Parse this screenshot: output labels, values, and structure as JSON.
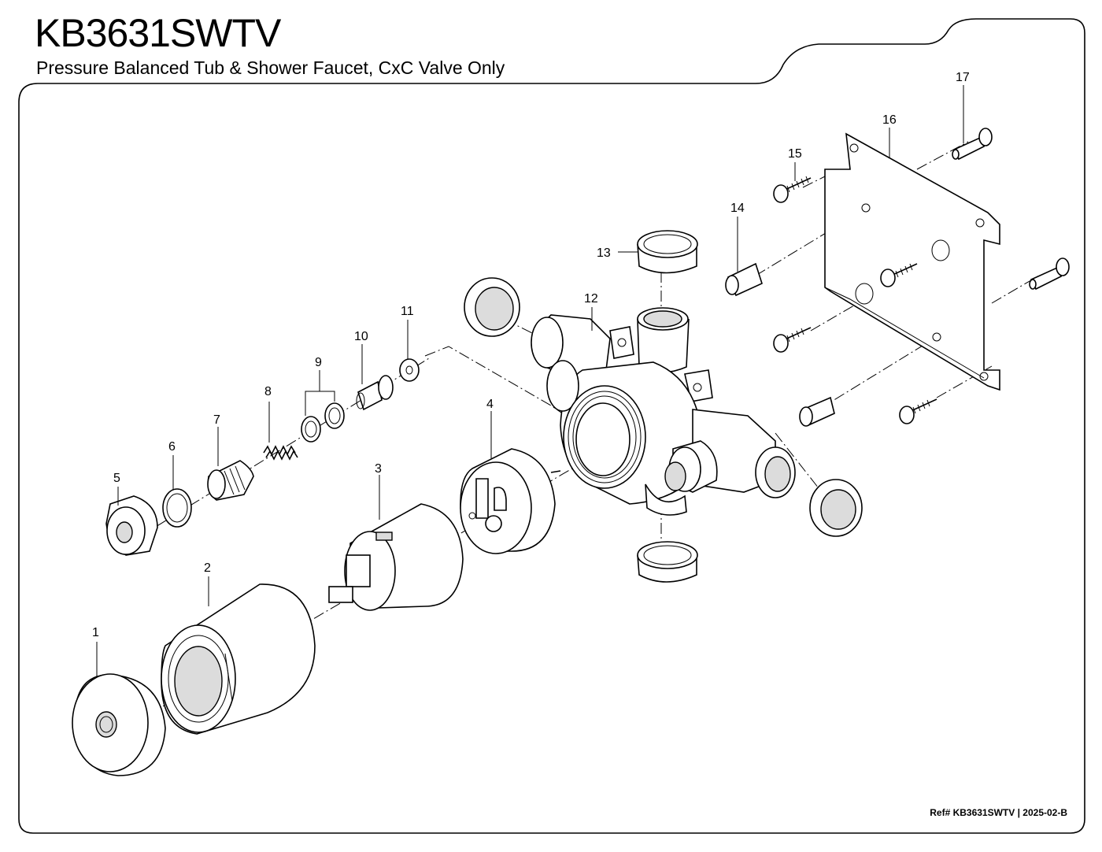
{
  "header": {
    "model": "KB3631SWTV",
    "description": "Pressure Balanced Tub & Shower Faucet, CxC Valve Only"
  },
  "parts": [
    {
      "num": "1"
    },
    {
      "num": "2"
    },
    {
      "num": "3"
    },
    {
      "num": "4"
    },
    {
      "num": "5"
    },
    {
      "num": "6"
    },
    {
      "num": "7"
    },
    {
      "num": "8"
    },
    {
      "num": "9"
    },
    {
      "num": "10"
    },
    {
      "num": "11"
    },
    {
      "num": "12"
    },
    {
      "num": "13"
    },
    {
      "num": "14"
    },
    {
      "num": "15"
    },
    {
      "num": "16"
    },
    {
      "num": "17"
    }
  ],
  "footer": {
    "reference": "Ref# KB3631SWTV | 2025-02-B"
  },
  "colors": {
    "line": "#000000",
    "background": "#ffffff",
    "shade": "#dcdcdc"
  }
}
